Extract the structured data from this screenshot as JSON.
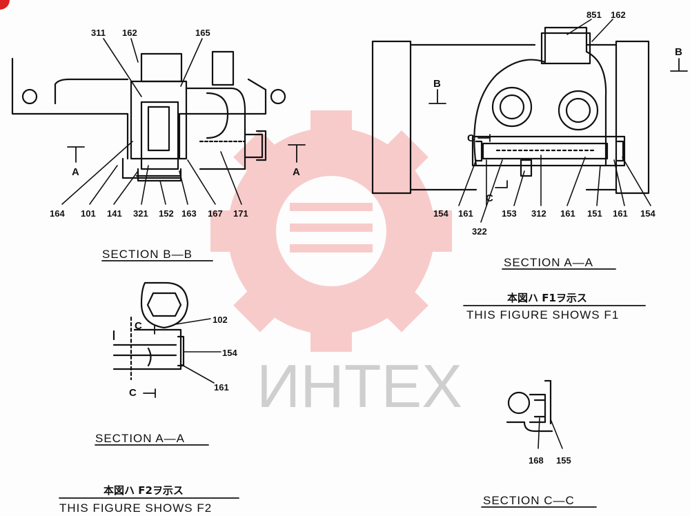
{
  "watermark": "ИНТЕХ",
  "sections": {
    "bb": "SECTION  B—B",
    "aa_right": "SECTION  A—A",
    "aa_left": "SECTION  A—A",
    "cc": "SECTION  C—C"
  },
  "notes": {
    "f1_jp": "本図ハ F1ヲ示ス",
    "f1_en": "THIS FIGURE SHOWS   F1",
    "f2_jp": "本図ハ F2ヲ示ス",
    "f2_en": "THIS FIGURE SHOWS   F2"
  },
  "cut_marks": {
    "a": "A",
    "b": "B",
    "c": "C"
  },
  "labels": {
    "l311": "311",
    "l162a": "162",
    "l165": "165",
    "l164": "164",
    "l101": "101",
    "l141": "141",
    "l321": "321",
    "l152": "152",
    "l163": "163",
    "l167": "167",
    "l171": "171",
    "l851": "851",
    "l162b": "162",
    "l154a": "154",
    "l161a": "161",
    "l322": "322",
    "l153": "153",
    "l312": "312",
    "l161b": "161",
    "l151": "151",
    "l161c": "161",
    "l154b": "154",
    "l102": "102",
    "l154c": "154",
    "l161d": "161",
    "l168": "168",
    "l155": "155"
  }
}
